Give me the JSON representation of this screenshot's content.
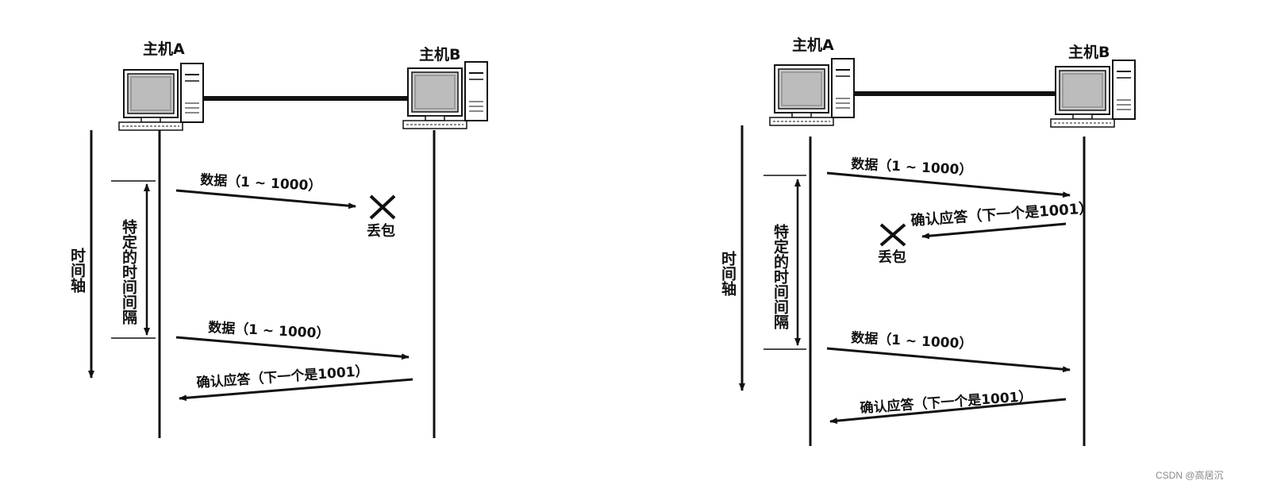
{
  "hosts": {
    "a": "主机A",
    "b": "主机B"
  },
  "labels": {
    "data": "数据（1 ~ 1000）",
    "ack": "确认应答（下一个是1001）",
    "lost": "丢包",
    "time_axis": "时间轴",
    "interval": "特定的时间间隔"
  },
  "watermark": "CSDN @高居沉",
  "diagrams": [
    {
      "name": "data-packet-lost",
      "messages": [
        {
          "kind": "data",
          "from": "A",
          "lost": true
        },
        {
          "kind": "data",
          "from": "A",
          "lost": false
        },
        {
          "kind": "ack",
          "from": "B",
          "lost": false
        }
      ]
    },
    {
      "name": "ack-packet-lost",
      "messages": [
        {
          "kind": "data",
          "from": "A",
          "lost": false
        },
        {
          "kind": "ack",
          "from": "B",
          "lost": true
        },
        {
          "kind": "data",
          "from": "A",
          "lost": false
        },
        {
          "kind": "ack",
          "from": "B",
          "lost": false
        }
      ]
    }
  ]
}
